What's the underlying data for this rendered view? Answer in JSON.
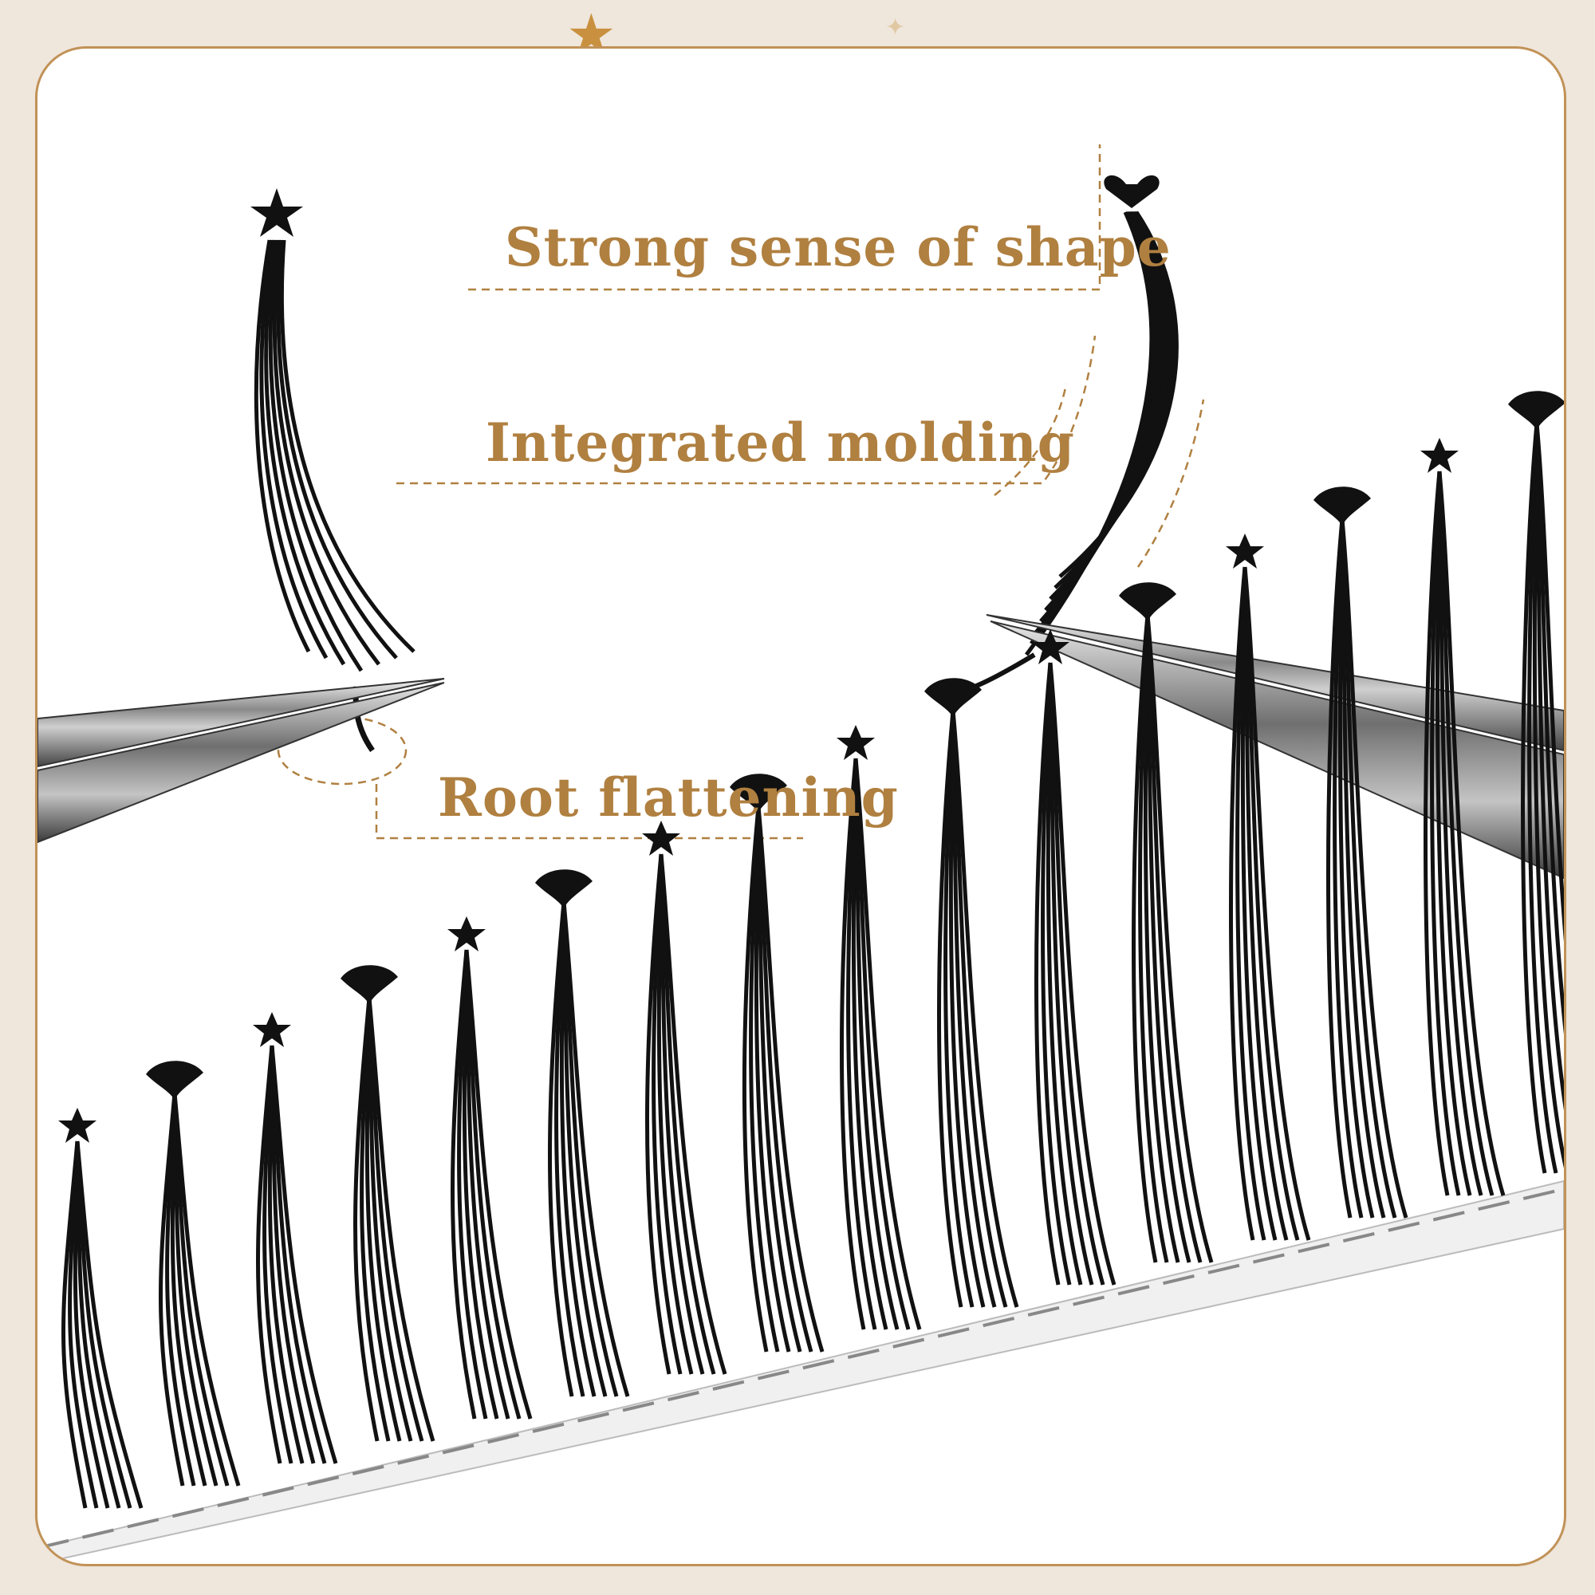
{
  "callouts": {
    "strong_shape": "Strong sense of shape",
    "integrated_molding": "Integrated molding",
    "root_flattening": "Root flattening"
  },
  "colors": {
    "accent": "#b08040",
    "frame": "#c19257",
    "background": "#efe6dc",
    "lash": "#111111"
  },
  "icons": {
    "shapes": [
      "star-icon",
      "heart-icon"
    ]
  }
}
